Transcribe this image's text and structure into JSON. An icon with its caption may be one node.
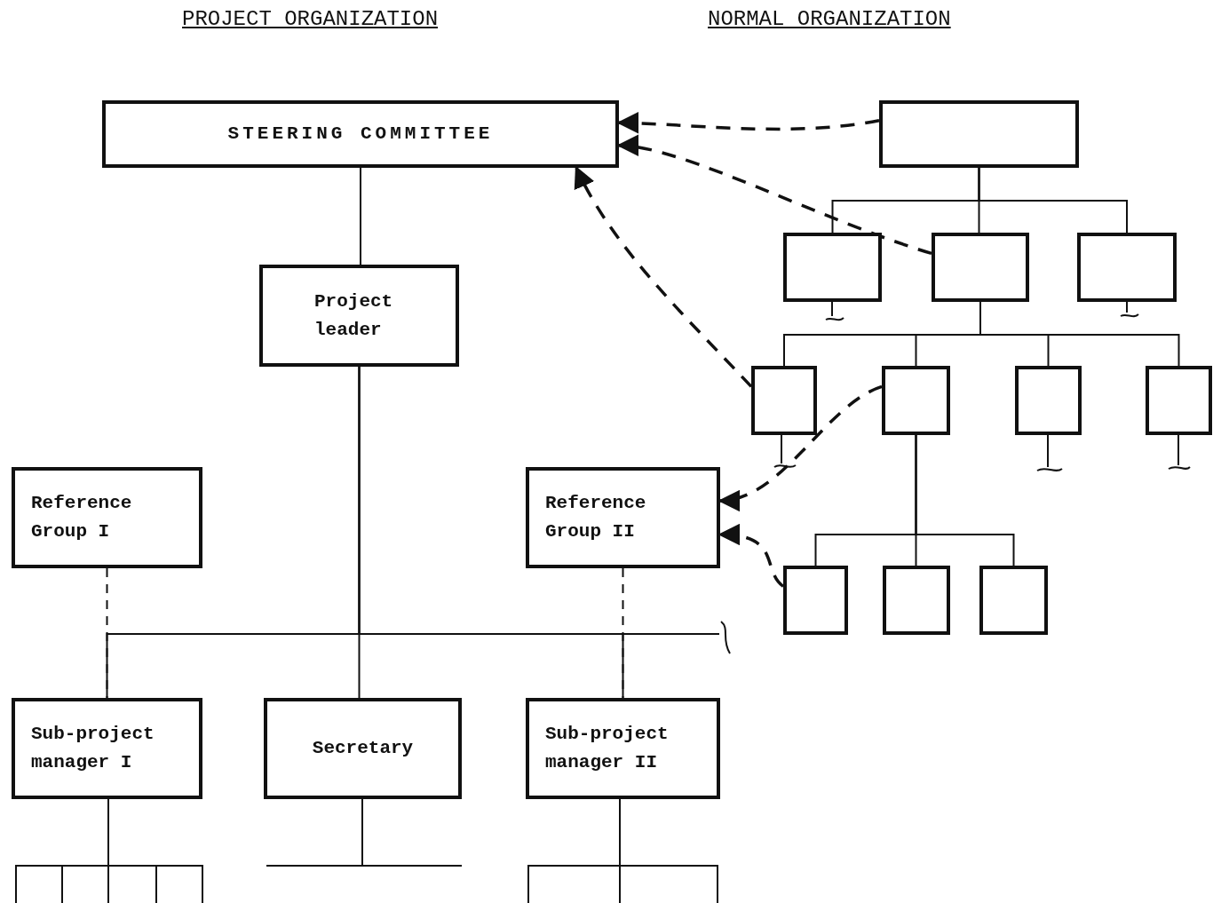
{
  "diagram": {
    "nodes": [
      {
        "text": [
          "STEERING COMMITTEE"
        ]
      },
      {
        "text": [
          "Project leader"
        ]
      },
      {
        "text": [
          "Reference Group I"
        ]
      },
      {
        "text": [
          "Reference Group II"
        ]
      },
      {
        "text": [
          "Sub-project manager I"
        ]
      },
      {
        "text": [
          "Secretary"
        ]
      },
      {
        "text": [
          "Sub-project manager II"
        ]
      },
      {
        "text": [],
        "shape": "box"
      },
      {
        "text": [],
        "shape": "box"
      },
      {
        "text": [],
        "shape": "box"
      },
      {
        "text": [],
        "shape": "box"
      },
      {
        "text": [],
        "shape": "box"
      },
      {
        "text": [],
        "shape": "box"
      },
      {
        "text": [],
        "shape": "box"
      },
      {
        "text": [],
        "shape": "box"
      },
      {
        "text": [],
        "shape": "box"
      },
      {
        "text": [],
        "shape": "box"
      },
      {
        "text": [],
        "shape": "box"
      }
    ],
    "edges": [
      {
        "from": 0,
        "to": 1,
        "arrow": "none"
      },
      {
        "from": 1,
        "to": 4,
        "arrow": "none"
      },
      {
        "from": 1,
        "to": 5,
        "arrow": "none"
      },
      {
        "from": 1,
        "to": 6,
        "arrow": "none"
      },
      {
        "from": 2,
        "to": 4,
        "arrow": "none",
        "style": "dashed"
      },
      {
        "from": 3,
        "to": 6,
        "arrow": "none",
        "style": "dashed"
      },
      {
        "from": 7,
        "to": 8,
        "arrow": "none"
      },
      {
        "from": 7,
        "to": 9,
        "arrow": "none"
      },
      {
        "from": 7,
        "to": 10,
        "arrow": "none"
      },
      {
        "from": 9,
        "to": 11,
        "arrow": "none"
      },
      {
        "from": 9,
        "to": 12,
        "arrow": "none"
      },
      {
        "from": 9,
        "to": 13,
        "arrow": "none"
      },
      {
        "from": 9,
        "to": 14,
        "arrow": "none"
      },
      {
        "from": 12,
        "to": 15,
        "arrow": "none"
      },
      {
        "from": 12,
        "to": 16,
        "arrow": "none"
      },
      {
        "from": 12,
        "to": 17,
        "arrow": "none"
      },
      {
        "from": 7,
        "to": 0,
        "arrow": "to",
        "style": "dashed"
      },
      {
        "from": 9,
        "to": 0,
        "arrow": "to",
        "style": "dashed"
      },
      {
        "from": 11,
        "to": 0,
        "arrow": "to",
        "style": "dashed"
      },
      {
        "from": 12,
        "to": 3,
        "arrow": "to",
        "style": "dashed"
      },
      {
        "from": 15,
        "to": 3,
        "arrow": "to",
        "style": "dashed"
      }
    ],
    "labels": [
      "PROJECT ORGANIZATION",
      "NORMAL ORGANIZATION"
    ]
  }
}
